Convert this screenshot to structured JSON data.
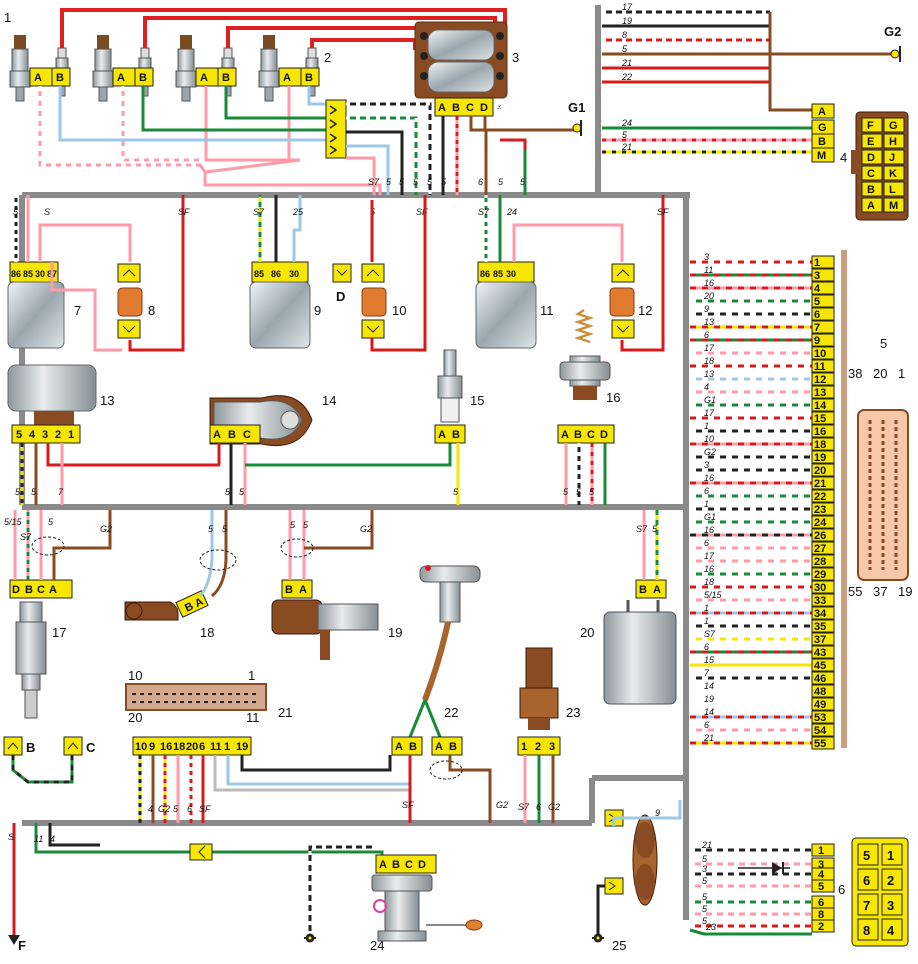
{
  "labels": {
    "c1": "1",
    "c2": "2",
    "c3": "3",
    "c4": "4",
    "c5": "5",
    "c6": "6",
    "c7": "7",
    "c8": "8",
    "c9": "9",
    "c10": "10",
    "c11": "11",
    "c12": "12",
    "c13": "13",
    "c14": "14",
    "c15": "15",
    "c16": "16",
    "c17": "17",
    "c18": "18",
    "c19": "19",
    "c20": "20",
    "c21": "21",
    "c22": "22",
    "c23": "23",
    "c24": "24",
    "c25": "25",
    "g1": "G1",
    "g2": "G2",
    "b": "B",
    "c": "C",
    "d": "D",
    "f": "F"
  },
  "ecu": {
    "pins": [
      "1",
      "3",
      "4",
      "5",
      "6",
      "7",
      "9",
      "10",
      "11",
      "12",
      "13",
      "14",
      "15",
      "16",
      "18",
      "19",
      "20",
      "21",
      "22",
      "23",
      "24",
      "26",
      "27",
      "28",
      "29",
      "30",
      "33",
      "34",
      "35",
      "37",
      "43",
      "45",
      "46",
      "48",
      "49",
      "53",
      "54",
      "55"
    ],
    "wires": [
      "3",
      "11",
      "16",
      "20",
      "9",
      "13",
      "6",
      "17",
      "18",
      "13",
      "4",
      "G1",
      "17",
      "1",
      "10",
      "G2",
      "3",
      "16",
      "6",
      "1",
      "G1",
      "16",
      "6",
      "17",
      "16",
      "18",
      "5/15",
      "1",
      "1",
      "S7",
      "6",
      "15",
      "7",
      "14",
      "19",
      "14",
      "6",
      "21"
    ],
    "colors": [
      "#ffffff",
      "#1a8a3a",
      "#ff9aa8",
      "#1a8a3a",
      "#222222",
      "#f6e600",
      "#1a8a3a",
      "#ff9aa8",
      "#ffffff",
      "#9ec8e8",
      "#ff9aa8",
      "#1a8a3a",
      "#ffffff",
      "#222222",
      "#ff9aa8",
      "#222222",
      "#222222",
      "#ff9aa8",
      "#1a8a3a",
      "#222222",
      "#1a8a3a",
      "#ff9aa8",
      "#ff9aa8",
      "#ff9aa8",
      "#1a8a3a",
      "#ffffff",
      "#ff9aa8",
      "#9ec8e8",
      "#222222",
      "#f6e600",
      "#1a8a3a",
      "#f6e600",
      "#222222",
      "#ffffff",
      "#ffffff",
      "#9ec8e8",
      "#ff9aa8",
      "#f6e600"
    ],
    "stripes": [
      "#d91a1a",
      "#d91a1a",
      "#d91a1a",
      "#ffffff",
      "#ffffff",
      "#d91a1a",
      "#d91a1a",
      "#ffffff",
      "#d91a1a",
      "#ffffff",
      "#ffffff",
      "#ffffff",
      "#d91a1a",
      "#ffffff",
      "#d91a1a",
      "#ffffff",
      "#ffffff",
      "#d91a1a",
      "#ffffff",
      "#ffffff",
      "#ffffff",
      "#222222",
      "#ffffff",
      "#ffffff",
      "#ffffff",
      "#d91a1a",
      "#ffffff",
      "#d91a1a",
      "#ffffff",
      "#ffffff",
      "#d91a1a",
      "#f6e600",
      "#ffffff",
      "#ffffff",
      "#ffffff",
      "#d91a1a",
      "#ffffff",
      "#d91a1a"
    ],
    "conn_top": [
      "38",
      "20",
      "1"
    ],
    "conn_bottom": [
      "55",
      "37",
      "19"
    ]
  },
  "conn4": {
    "pins": [
      "A",
      "G",
      "B",
      "M"
    ],
    "wires": [
      "17",
      "19",
      "8",
      "5",
      "21",
      "22",
      "24",
      "5",
      "21"
    ],
    "grid": [
      [
        "F",
        "G"
      ],
      [
        "E",
        "H"
      ],
      [
        "D",
        "J"
      ],
      [
        "C",
        "K"
      ],
      [
        "B",
        "L"
      ],
      [
        "A",
        "M"
      ]
    ]
  },
  "conn6": {
    "pins": [
      "1",
      "3",
      "4",
      "5",
      "6",
      "8",
      "2"
    ],
    "wires": [
      "21",
      "5",
      "3",
      "5",
      "5",
      "5",
      "5",
      "23",
      "9"
    ],
    "grid": [
      [
        "5",
        "1"
      ],
      [
        "6",
        "2"
      ],
      [
        "7",
        "3"
      ],
      [
        "8",
        "4"
      ]
    ]
  },
  "bus_top": [
    "S7",
    "5",
    "5",
    "5",
    "5",
    "5",
    "6",
    "5",
    "5"
  ],
  "wire_labels": {
    "r7": [
      "5",
      "S",
      "SF"
    ],
    "r9": [
      "S7",
      "25",
      "5",
      "SF"
    ],
    "r11": [
      "S7",
      "24",
      "SF"
    ],
    "s13": [
      "5",
      "5",
      "7"
    ],
    "s14": [
      "5",
      "5"
    ],
    "s15": [
      "5"
    ],
    "s16": [
      "5",
      "5",
      "5"
    ],
    "s17": [
      "5/15",
      "S7",
      "5",
      "G2"
    ],
    "s18": [
      "5",
      "5"
    ],
    "s19": [
      "5",
      "5",
      "G2"
    ],
    "s20": [
      "S7",
      "5"
    ],
    "s21": [
      "4",
      "G2",
      "5",
      "6",
      "SF"
    ],
    "s22": [
      "SF",
      "G2"
    ],
    "s23": [
      "S7",
      "6",
      "G2"
    ],
    "left": [
      "S",
      "11",
      "4"
    ],
    "fan": [
      "9"
    ]
  },
  "pins": {
    "inj": [
      "A",
      "B"
    ],
    "mod3": [
      "A",
      "B",
      "C",
      "D"
    ],
    "r86": [
      "86",
      "85",
      "30",
      "87"
    ],
    "r9": [
      "85",
      "86",
      "30"
    ],
    "maf": [
      "5",
      "4",
      "3",
      "2",
      "1"
    ],
    "tps": [
      "A",
      "B",
      "C"
    ],
    "ab": [
      "A",
      "B"
    ],
    "abcd": [
      "A",
      "B",
      "C",
      "D"
    ],
    "o2": [
      "D",
      "B",
      "C",
      "A"
    ],
    "ba": [
      "B",
      "A"
    ],
    "diag": [
      "10",
      "9",
      "16",
      "18",
      "20",
      "6",
      "11",
      "1",
      "19"
    ],
    "diag_top": [
      "10",
      "1"
    ],
    "diag_bot": [
      "20",
      "11"
    ],
    "sens23": [
      "1",
      "2",
      "3"
    ]
  }
}
